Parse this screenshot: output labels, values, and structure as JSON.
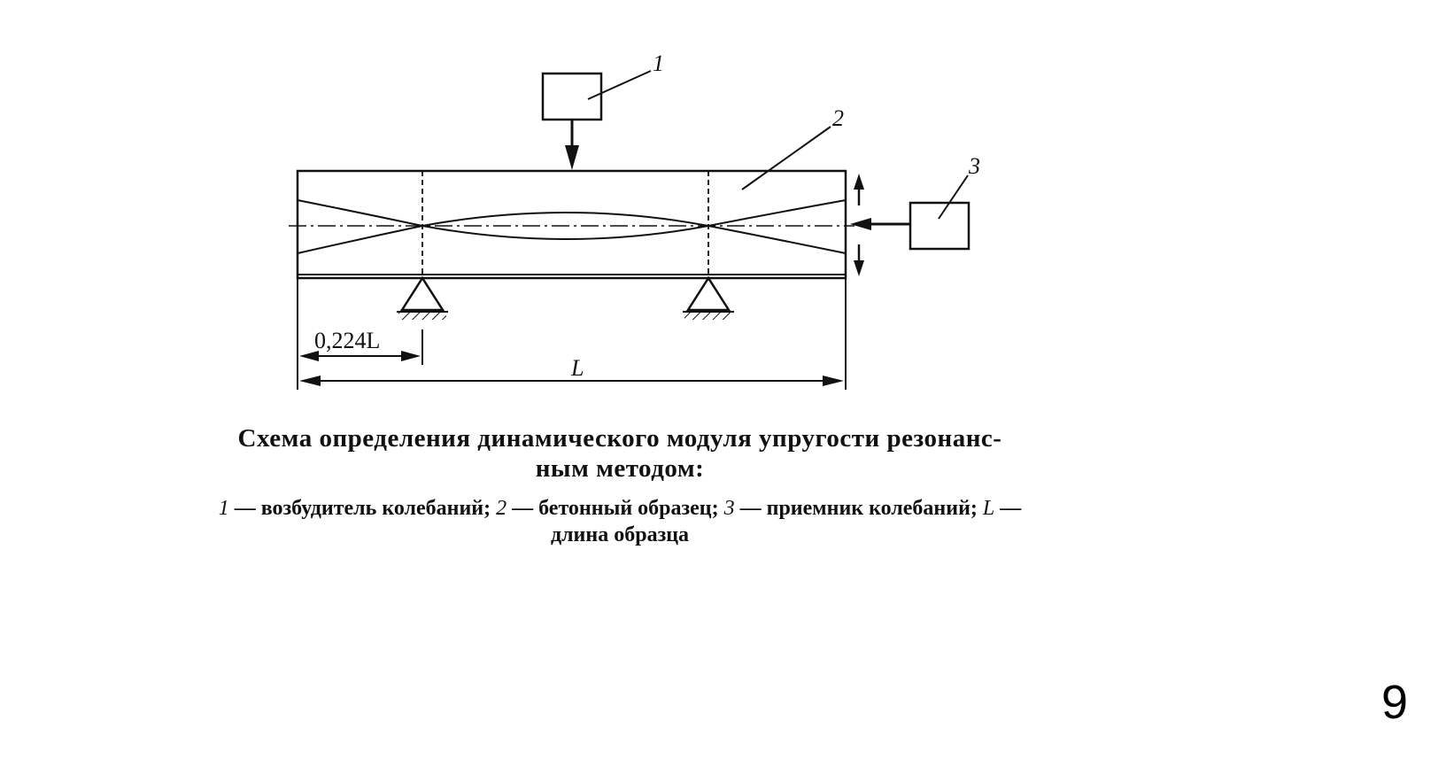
{
  "diagram": {
    "labels": {
      "exciter": "1",
      "specimen": "2",
      "receiver": "3",
      "support_offset": "0,224L",
      "length": "L"
    }
  },
  "caption": {
    "title_line1": "Схема определения динамического модуля упругости резонанс-",
    "title_line2": "ным методом:",
    "legend": [
      {
        "num": "1",
        "text": " — возбудитель колебаний; "
      },
      {
        "num": "2",
        "text": " — бетонный образец; "
      },
      {
        "num": "3",
        "text": " — приемник колебаний; "
      },
      {
        "num": "L",
        "text": " —"
      }
    ],
    "legend_line2": "длина образца"
  },
  "page_number": "9",
  "colors": {
    "ink": "#111111",
    "background": "#ffffff"
  }
}
